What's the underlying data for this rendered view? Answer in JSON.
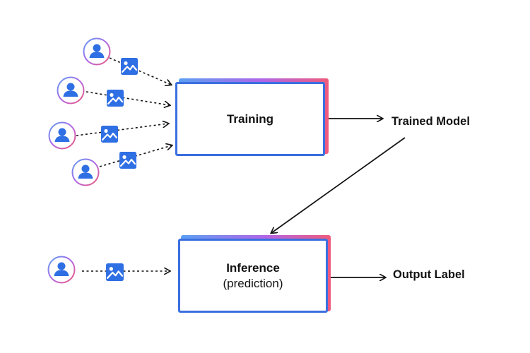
{
  "nodes": {
    "training": {
      "label": "Training"
    },
    "inference": {
      "line1": "Inference",
      "line2": "(prediction)"
    },
    "trained_model": {
      "label": "Trained Model"
    },
    "output_label": {
      "label": "Output Label"
    }
  },
  "icons": {
    "person": "user-avatar-icon",
    "image": "image-icon"
  },
  "colors": {
    "box_border": "#3b6fe0",
    "icon_fill": "#2f6fe4",
    "gradient_start": "#5aa0f2",
    "gradient_mid": "#b066e8",
    "gradient_end": "#ef5b7c",
    "arrow": "#111111"
  }
}
